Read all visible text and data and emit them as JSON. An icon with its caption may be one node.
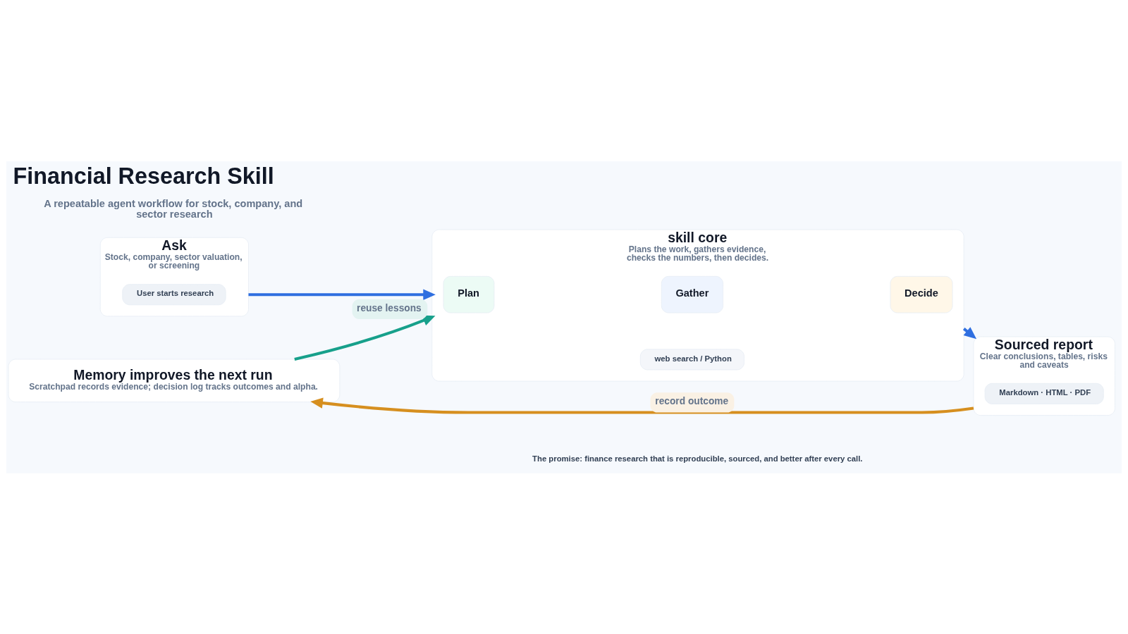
{
  "diagram": {
    "title": "Financial Research Skill",
    "nodes": [
      {
        "text": [
          "Ask",
          "Stock, company, sector valuation, or screening"
        ]
      },
      {
        "text": [
          "User starts research"
        ],
        "in": 0
      },
      {
        "text": [
          "skill core",
          "Plans the work, gathers evidence, checks the numbers, then decides."
        ]
      },
      {
        "text": [
          "Plan"
        ],
        "in": 2
      },
      {
        "text": [
          "Gather"
        ],
        "in": 2
      },
      {
        "text": [
          "Decide"
        ],
        "in": 2
      },
      {
        "text": [
          "web search / Python"
        ],
        "in": 2
      },
      {
        "text": [
          "Sourced report",
          "Clear conclusions, tables, risks and caveats"
        ]
      },
      {
        "text": [
          "Markdown · HTML · PDF"
        ],
        "in": 7
      },
      {
        "text": [
          "Memory improves the next run",
          "Scratchpad records evidence; decision log tracks outcomes and alpha."
        ]
      }
    ],
    "edges": [
      {
        "from": 0,
        "to": 2,
        "arrow": "to"
      },
      {
        "from": 2,
        "to": 7,
        "arrow": "to"
      },
      {
        "from": 7,
        "to": 9,
        "arrow": "to",
        "label": "record outcome",
        "color": "#d68f1f"
      },
      {
        "from": 9,
        "to": 2,
        "arrow": "to",
        "label": "reuse lessons",
        "color": "#17a08b"
      }
    ],
    "labels": [
      "A repeatable agent workflow for stock, company, and sector research",
      "The promise: finance research that is reproducible, sourced, and better after every call."
    ]
  }
}
